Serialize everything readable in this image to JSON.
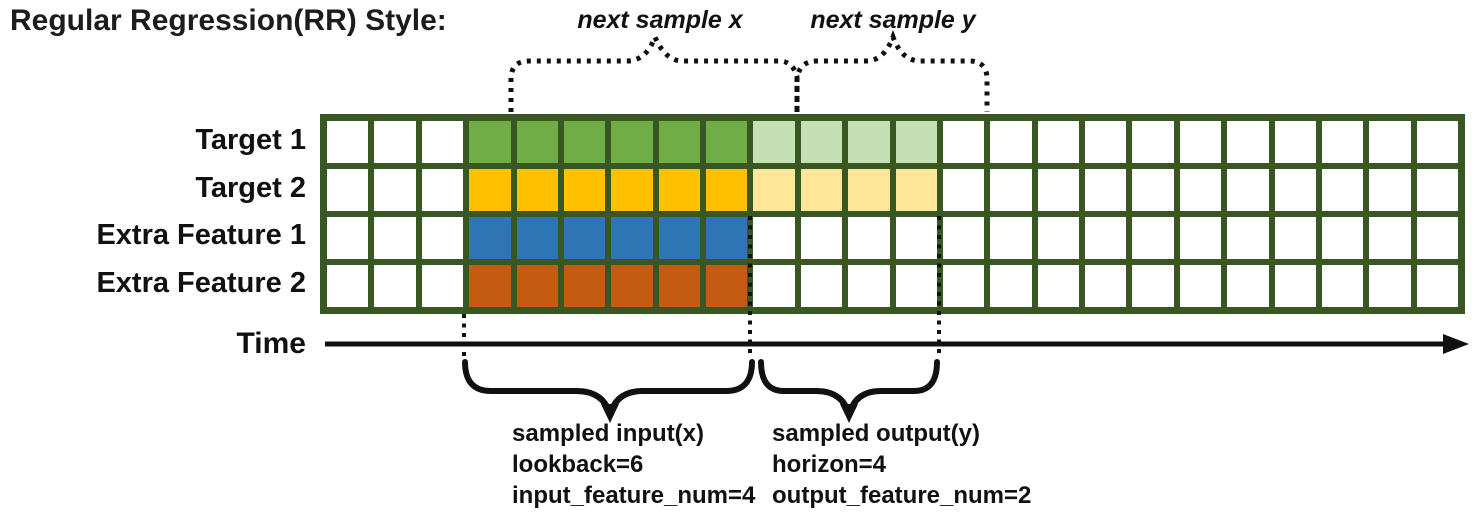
{
  "title": "Regular Regression(RR) Style:",
  "colors": {
    "grid_line": "#385723",
    "target1_input": "#70AD47",
    "target1_output": "#C5E0B4",
    "target2_input": "#FFC000",
    "target2_output": "#FFE699",
    "extra_feature1_input": "#2E75B6",
    "extra_feature2_input": "#C55A11",
    "annotation": "#111111"
  },
  "grid": {
    "columns": 24,
    "input_col_start": 3,
    "input_col_end": 9,
    "output_col_start": 9,
    "output_col_end": 13,
    "rows": [
      {
        "label": "Target 1",
        "input_fill": "#70AD47",
        "output_fill": "#C5E0B4"
      },
      {
        "label": "Target 2",
        "input_fill": "#FFC000",
        "output_fill": "#FFE699"
      },
      {
        "label": "Extra Feature 1",
        "input_fill": "#2E75B6",
        "output_fill": null
      },
      {
        "label": "Extra Feature 2",
        "input_fill": "#C55A11",
        "output_fill": null
      }
    ]
  },
  "annotations": {
    "next_sample_x": "next sample x",
    "next_sample_y": "next sample y",
    "time_label": "Time",
    "input_lines": [
      "sampled input(x)",
      "lookback=6",
      "input_feature_num=4"
    ],
    "output_lines": [
      "sampled output(y)",
      "horizon=4",
      "output_feature_num=2"
    ]
  }
}
